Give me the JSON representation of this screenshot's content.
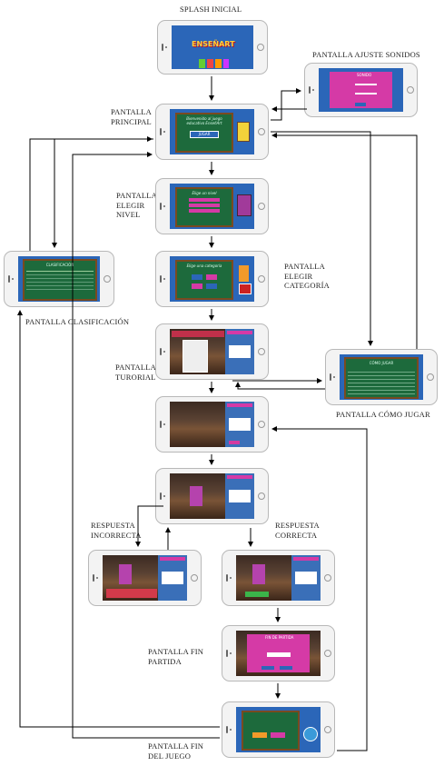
{
  "labels": {
    "splash": "SPLASH INICIAL",
    "ajuste": "PANTALLA AJUSTE SONIDOS",
    "principal_1": "PANTALLA",
    "principal_2": "PRINCIPAL",
    "nivel_1": "PANTALLA",
    "nivel_2": "ELEGIR",
    "nivel_3": "NIVEL",
    "categoria_1": "PANTALLA",
    "categoria_2": "ELEGIR",
    "categoria_3": "CATEGORÍA",
    "clasificacion": "PANTALLA CLASIFICACIÓN",
    "tutorial_1": "PANTALLA",
    "tutorial_2": "TURORIAL",
    "como_jugar": "PANTALLA CÓMO JUGAR",
    "incorrecta_1": "RESPUESTA",
    "incorrecta_2": "INCORRECTA",
    "correcta_1": "RESPUESTA",
    "correcta_2": "CORRECTA",
    "fin_partida_1": "PANTALLA FIN",
    "fin_partida_2": "PARTIDA",
    "fin_juego_1": "PANTALLA FIN",
    "fin_juego_2": "DEL JUEGO"
  },
  "screens": {
    "splash_logo": "ENSEÑART",
    "ajuste_title": "SONIDO",
    "principal_title": "Bienvenido al juego educativo EnseñArt",
    "principal_button": "JUGAR",
    "nivel_title": "Elige un nivel",
    "categoria_title": "Elige una categoría",
    "clasificacion_title": "CLASIFICACIÓN",
    "como_jugar_title": "CÓMO JUGAR",
    "fin_partida_title": "FIN DE PARTIDA"
  },
  "colors": {
    "screen_blue": "#2b66b8",
    "board_green": "#1d6a3c",
    "accent_pink": "#d53aa6",
    "arrow": "#000000"
  }
}
